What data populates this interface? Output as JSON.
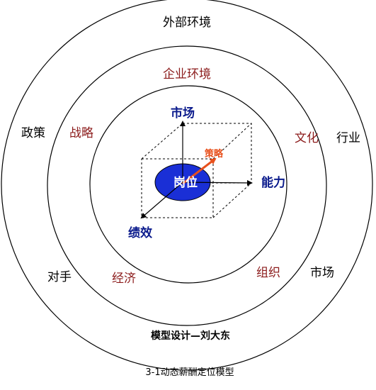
{
  "outer_ring": {
    "top": "外部环境",
    "left": "政策",
    "right": "行业",
    "bottom_left": "对手",
    "bottom_right": "市场"
  },
  "middle_ring": {
    "top": "企业环境",
    "left": "战略",
    "right": "文化",
    "bottom_left": "经济",
    "bottom_right": "组织"
  },
  "core": {
    "center": "岗位",
    "axis_up": "市场",
    "axis_right": "能力",
    "axis_down_left": "绩效",
    "axis_diagonal": "策略"
  },
  "credit": "模型设计—刘大东",
  "caption": "3-1动态薪酬定位模型",
  "colors": {
    "outer_labels": "#000000",
    "middle_labels": "#8b1a1a",
    "core_labels": "#0a1a8c",
    "ellipse_fill": "#1a2fd6",
    "strategy_arrow": "#e8501c"
  }
}
